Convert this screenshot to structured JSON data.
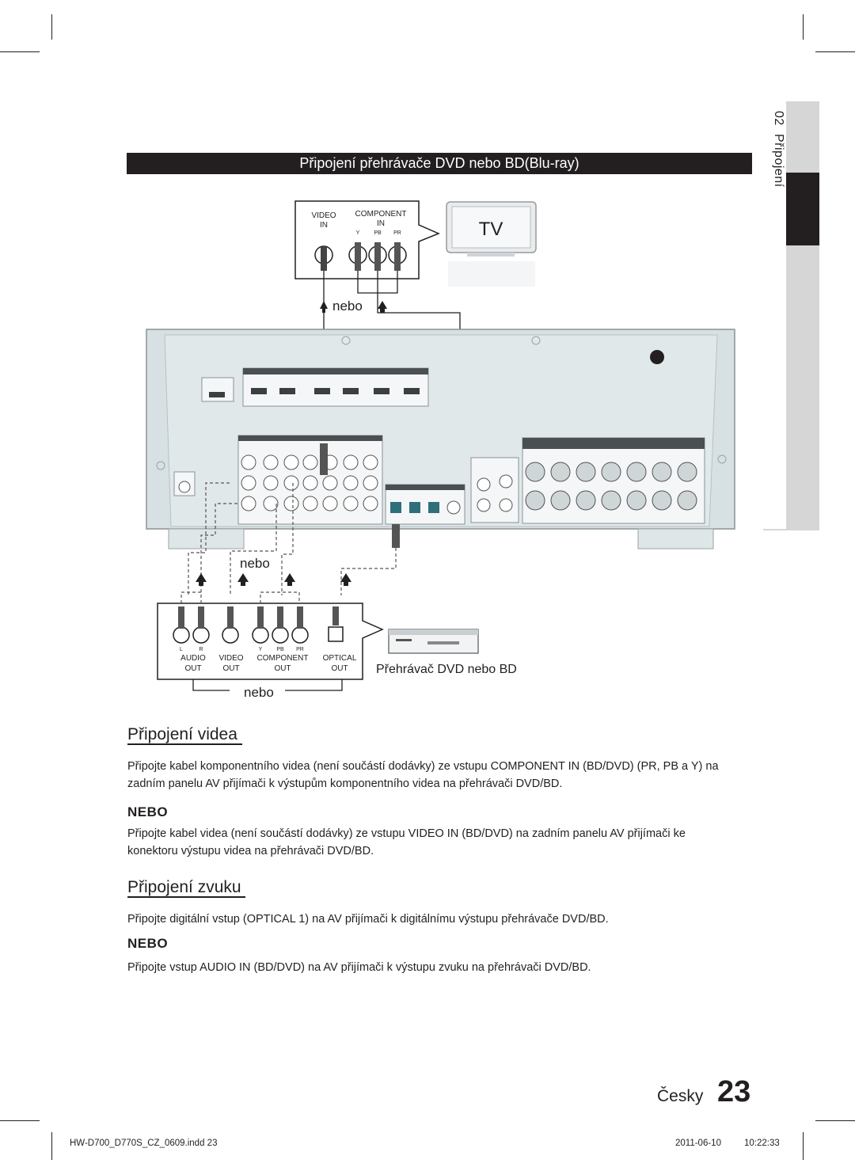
{
  "section_bar": "Připojení přehrávače DVD nebo BD(Blu-ray)",
  "side_tab": {
    "number": "02",
    "label": "Připojení"
  },
  "diagram": {
    "tv_label": "TV",
    "tv_video_in": [
      "VIDEO",
      "IN"
    ],
    "tv_component_in": [
      "COMPONENT",
      "IN"
    ],
    "tv_component_pins": [
      "Y",
      "PB",
      "PR"
    ],
    "nebo_top": "nebo",
    "nebo_mid": "nebo",
    "nebo_bottom": "nebo",
    "player_label": "Přehrávač DVD nebo BD",
    "player_outputs": [
      {
        "top": "AUDIO",
        "bottom": "OUT"
      },
      {
        "top": "VIDEO",
        "bottom": "OUT"
      },
      {
        "top": "COMPONENT",
        "bottom": "OUT"
      },
      {
        "top": "OPTICAL",
        "bottom": "OUT"
      }
    ],
    "player_pin_labels": [
      "L",
      "R",
      "Y",
      "PB",
      "PR"
    ]
  },
  "video_section": {
    "title": "Připojení videa",
    "para1": "Připojte kabel komponentního videa (není součástí dodávky) ze vstupu COMPONENT IN (BD/DVD) (PR, PB a Y) na zadním panelu AV přijímači k výstupům komponentního videa na přehrávači DVD/BD.",
    "nebo": "NEBO",
    "para2": "Připojte kabel videa (není součástí dodávky) ze vstupu VIDEO IN (BD/DVD) na zadním panelu AV přijímači ke konektoru výstupu videa na přehrávači DVD/BD."
  },
  "audio_section": {
    "title": "Připojení zvuku",
    "para1": "Připojte digitální vstup (OPTICAL 1) na AV přijímači k digitálnímu výstupu přehrávače DVD/BD.",
    "nebo": "NEBO",
    "para2": "Připojte vstup AUDIO IN (BD/DVD) na AV přijímači k výstupu zvuku na přehrávači DVD/BD."
  },
  "page": {
    "language": "Česky",
    "number": "23"
  },
  "footer": {
    "file": "HW-D700_D770S_CZ_0609.indd   23",
    "date": "2011-06-10",
    "time": "10:22:33"
  }
}
